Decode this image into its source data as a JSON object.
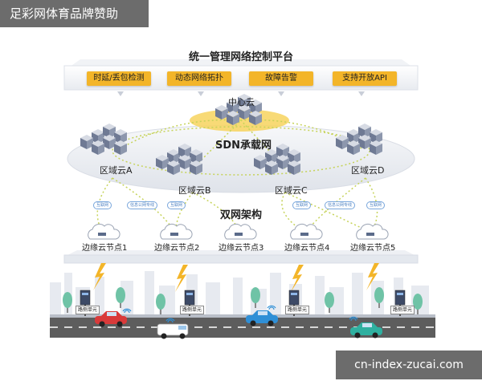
{
  "banner": {
    "text": "足彩网体育品牌赞助"
  },
  "footer": {
    "text": "cn-index-zucai.com"
  },
  "platform": {
    "title": "统一管理网络控制平台",
    "features": [
      "时延/丢包检测",
      "动态网络拓扑",
      "故障告警",
      "支持开放API"
    ]
  },
  "center_cloud": {
    "label": "中心云"
  },
  "sdn": {
    "label": "SDN承载网"
  },
  "regions": [
    "区域云A",
    "区域云B",
    "区域云C",
    "区域云D"
  ],
  "dual_net": {
    "label": "双网架构",
    "tags": [
      "互联网",
      "信息公网专线",
      "互联网",
      "互联网",
      "信息公网专线",
      "互联网"
    ]
  },
  "edge_nodes": [
    "边缘云节点1",
    "边缘云节点2",
    "边缘云节点3",
    "边缘云节点4",
    "边缘云节点5"
  ],
  "roadside": {
    "unit_label": "路侧单元"
  },
  "colors": {
    "accent": "#f3b529",
    "link_dotted": "#c6d35a",
    "server": "#6f7a94",
    "road": "#5d5d5d",
    "car_red": "#d93a3a",
    "car_blue": "#2f8fd6",
    "car_teal": "#2fb0a0",
    "lightning": "#f3b529"
  }
}
